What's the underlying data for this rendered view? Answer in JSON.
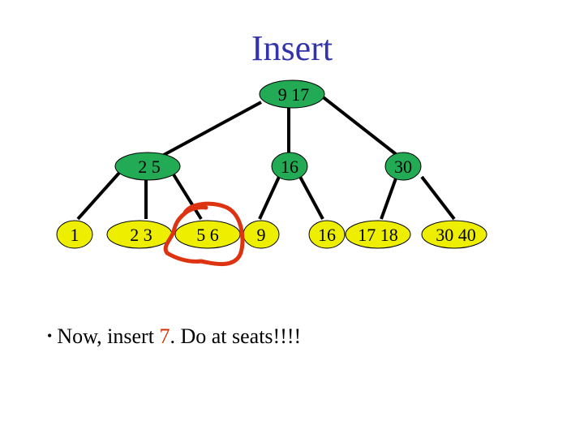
{
  "title": "Insert",
  "colors": {
    "title": "#3333aa",
    "internal_node_fill": "#22aa55",
    "leaf_node_fill": "#eeee00",
    "edge": "#000000",
    "circle_annotation": "#dd3311",
    "highlight_text": "#cc3300"
  },
  "tree": {
    "root": "9 17",
    "internal": [
      "2 5",
      "16",
      "30"
    ],
    "leaves": [
      "1",
      "2 3",
      "5 6",
      "9",
      "16",
      "17 18",
      "30 40"
    ]
  },
  "annotation": {
    "circled_leaf": "5 6"
  },
  "bullet": {
    "prefix": "Now, insert ",
    "highlight": "7",
    "suffix": ".  Do at seats!!!!"
  }
}
